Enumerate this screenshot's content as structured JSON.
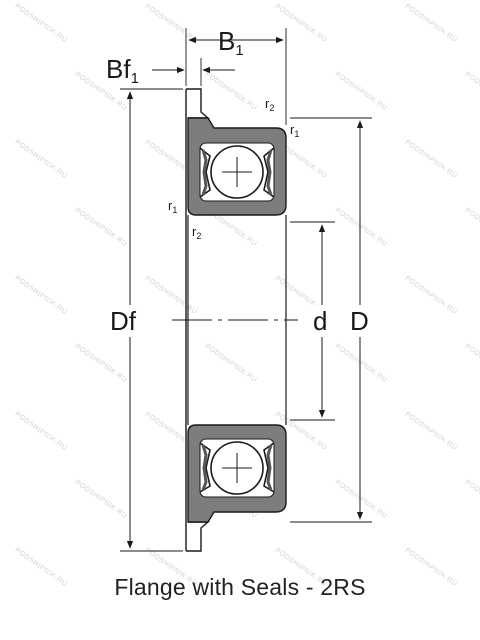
{
  "labels": {
    "flange_width": "Bf",
    "flange_width_sub": "1",
    "ring_width": "B",
    "ring_width_sub": "1",
    "flange_diameter": "Df",
    "bore_diameter": "d",
    "outer_diameter": "D",
    "r": "r",
    "r1_sub": "1",
    "r2_sub": "2"
  },
  "caption": "Flange with Seals - 2RS",
  "watermark": "PODSHIPNIK.RU",
  "colors": {
    "ring_fill": "#7d7d7d",
    "ring_stroke": "#1a1a1a",
    "ball_fill": "#ffffff",
    "line": "#1a1a1a"
  }
}
